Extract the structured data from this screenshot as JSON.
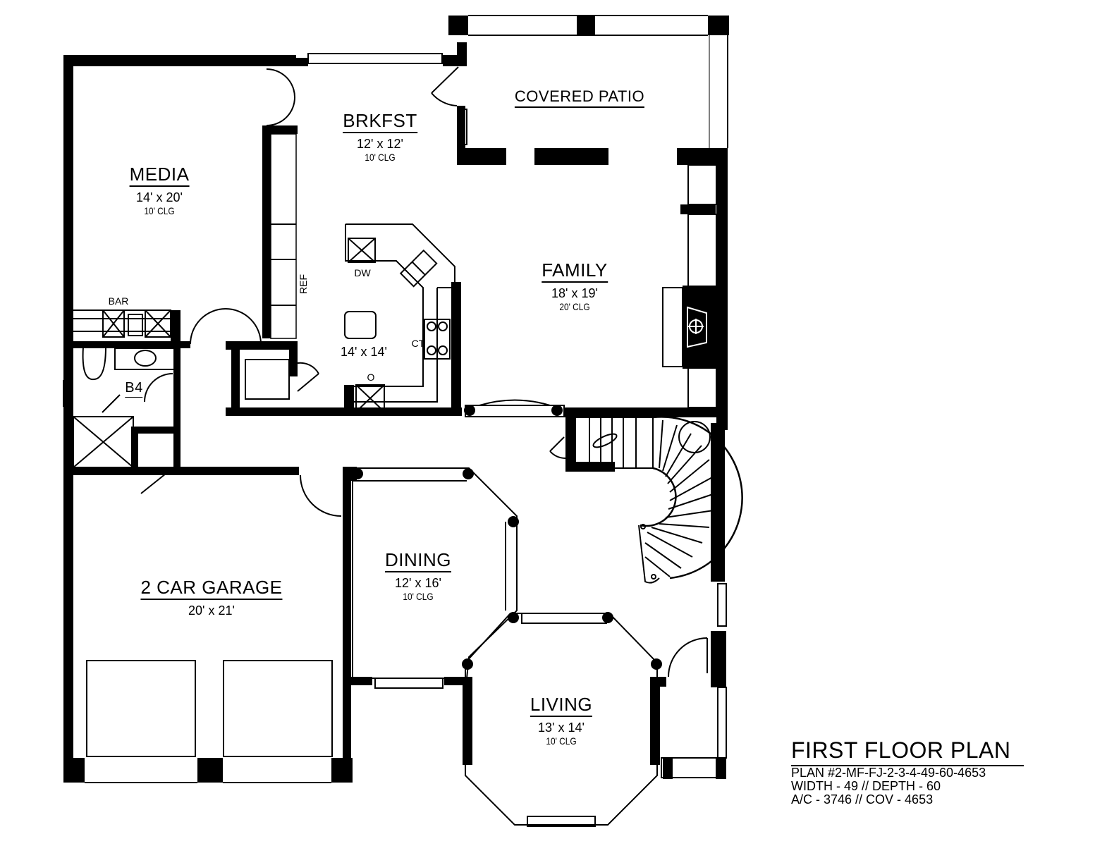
{
  "plan_title": "FIRST FLOOR PLAN",
  "plan_info": {
    "plan_number": "PLAN #2-MF-FJ-2-3-4-49-60-4653",
    "dimensions": "WIDTH - 49 // DEPTH - 60",
    "area": "A/C - 3746 // COV - 4653"
  },
  "rooms": {
    "covered_patio": {
      "name": "COVERED PATIO"
    },
    "brkfst": {
      "name": "BRKFST",
      "size": "12' x 12'",
      "ceiling": "10' CLG"
    },
    "media": {
      "name": "MEDIA",
      "size": "14' x 20'",
      "ceiling": "10' CLG"
    },
    "family": {
      "name": "FAMILY",
      "size": "18' x 19'",
      "ceiling": "20' CLG"
    },
    "kitchen": {
      "size": "14' x 14'"
    },
    "bath": {
      "name": "B4"
    },
    "garage": {
      "name": "2 CAR GARAGE",
      "size": "20' x 21'"
    },
    "dining": {
      "name": "DINING",
      "size": "12' x 16'",
      "ceiling": "10' CLG"
    },
    "living": {
      "name": "LIVING",
      "size": "13' x 14'",
      "ceiling": "10' CLG"
    }
  },
  "fixtures": {
    "bar": "BAR",
    "refrigerator": "REF",
    "dishwasher": "DW",
    "cooktop": "CT",
    "oven": "O"
  },
  "colors": {
    "wall": "#000000",
    "background": "#ffffff"
  }
}
